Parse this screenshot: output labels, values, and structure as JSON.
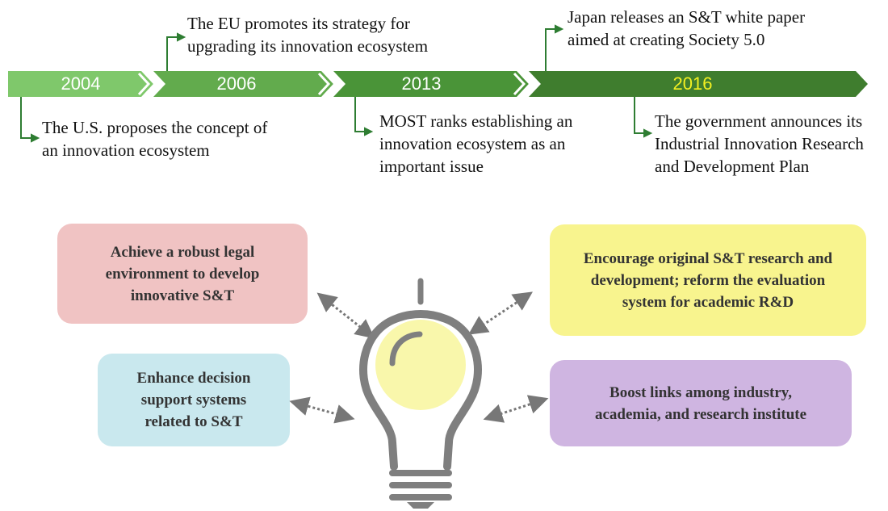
{
  "timeline": {
    "years": [
      "2004",
      "2006",
      "2013",
      "2016"
    ],
    "colors": {
      "seg1": "#7fc86b",
      "seg2": "#62ab4d",
      "seg3": "#4a9438",
      "seg4": "#3f7d2e",
      "highlight_year": "#f3f021",
      "connector": "#2e7d32"
    },
    "events_above": [
      {
        "lines": [
          "The EU promotes its strategy for",
          "upgrading its innovation ecosystem"
        ]
      },
      {
        "lines": [
          "Japan releases an S&T white paper",
          "aimed at creating Society 5.0"
        ]
      }
    ],
    "events_below": [
      {
        "lines": [
          "The U.S. proposes the concept of",
          "an innovation ecosystem"
        ]
      },
      {
        "lines": [
          "MOST ranks establishing an",
          "innovation ecosystem as an",
          "important issue"
        ]
      },
      {
        "lines": [
          "The government announces its",
          "Industrial Innovation Research",
          "and Development Plan"
        ]
      }
    ]
  },
  "goals": [
    {
      "lines": [
        "Achieve a robust legal",
        "environment to develop",
        "innovative S&T"
      ],
      "color": "#f0c3c3"
    },
    {
      "lines": [
        "Encourage original S&T research and",
        "development; reform the evaluation",
        "system for academic R&D"
      ],
      "color": "#f8f48e"
    },
    {
      "lines": [
        "Enhance decision",
        "support systems",
        "related to S&T"
      ],
      "color": "#c9e8ee"
    },
    {
      "lines": [
        "Boost links among industry,",
        "academia, and research institute"
      ],
      "color": "#cfb5e1"
    }
  ],
  "bulb": {
    "icon": "lightbulb-icon",
    "glow_color": "#f9f7ab",
    "outline_color": "#7f7f7f"
  }
}
